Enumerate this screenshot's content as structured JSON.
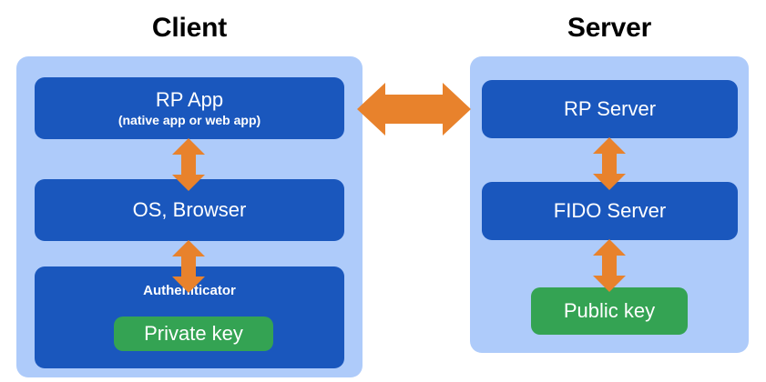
{
  "diagram": {
    "title_client": "Client",
    "title_server": "Server",
    "colors": {
      "panel_light_blue": "#AECBFA",
      "box_blue": "#1A57BD",
      "key_green": "#34A353",
      "arrow_orange": "#E8822C",
      "background": "#FFFFFF",
      "text_on_box": "#FFFFFF",
      "title_text": "#000000"
    },
    "client": {
      "panel_label": "Client",
      "boxes": [
        {
          "title": "RP App",
          "subtitle": "(native app or web app)"
        },
        {
          "title": "OS, Browser",
          "subtitle": ""
        },
        {
          "title": "Autheniticator",
          "subtitle": ""
        }
      ],
      "key_chip": {
        "label": "Private key",
        "color": "#34A353"
      }
    },
    "server": {
      "panel_label": "Server",
      "boxes": [
        {
          "title": "RP Server",
          "subtitle": ""
        },
        {
          "title": "FIDO Server",
          "subtitle": ""
        }
      ],
      "key_chip": {
        "label": "Public key",
        "color": "#34A353"
      }
    },
    "arrows": [
      {
        "name": "rp-app-to-os-browser",
        "direction": "bidirectional-vertical",
        "color": "#E8822C"
      },
      {
        "name": "os-browser-to-authenticator",
        "direction": "bidirectional-vertical",
        "color": "#E8822C"
      },
      {
        "name": "client-to-server",
        "direction": "bidirectional-horizontal",
        "color": "#E8822C"
      },
      {
        "name": "rp-server-to-fido-server",
        "direction": "bidirectional-vertical",
        "color": "#E8822C"
      },
      {
        "name": "fido-server-to-public-key",
        "direction": "bidirectional-vertical",
        "color": "#E8822C"
      }
    ]
  }
}
